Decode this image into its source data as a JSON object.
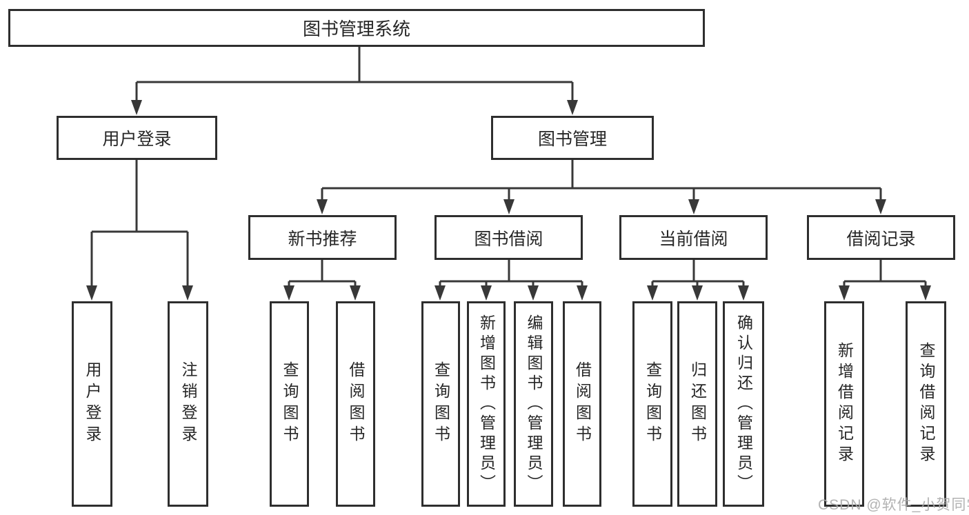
{
  "tree": {
    "root": "图书管理系统",
    "l2": [
      "用户登录",
      "图书管理"
    ],
    "l3": [
      "新书推荐",
      "图书借阅",
      "当前借阅",
      "借阅记录"
    ],
    "l4": {
      "user_login": [
        "用户登录",
        "注销登录"
      ],
      "new_book": [
        "查询图书",
        "借阅图书"
      ],
      "book_borrow": [
        "查询图书",
        "新增图书（管理员）",
        "编辑图书（管理员）",
        "借阅图书"
      ],
      "current_borrow": [
        "查询图书",
        "归还图书",
        "确认归还（管理员）"
      ],
      "borrow_record": [
        "新增借阅记录",
        "查询借阅记录"
      ]
    }
  },
  "watermark": "CSDN @软件_小贺同学",
  "colors": {
    "background": "#ffffff",
    "box_border": "#2e2e2e",
    "line": "#383838",
    "text": "#262626",
    "watermark": "#aaaaaa"
  }
}
